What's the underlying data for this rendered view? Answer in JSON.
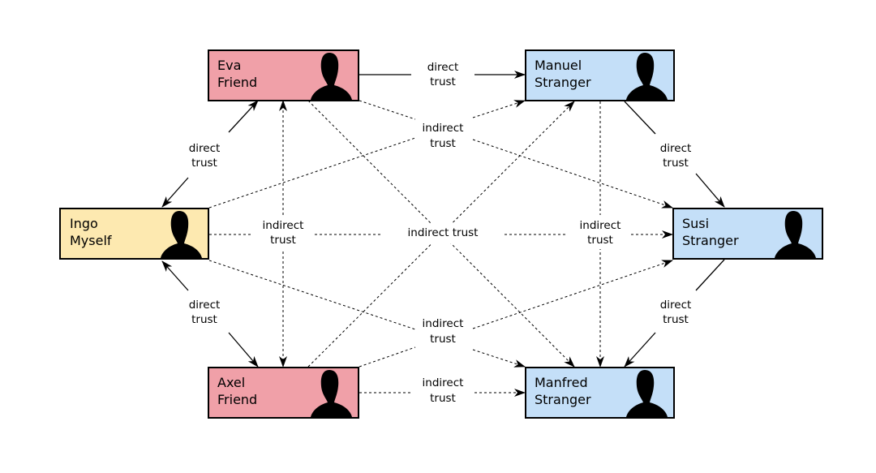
{
  "colors": {
    "friend": "#f0a0a8",
    "myself": "#fde9b0",
    "stranger": "#c4dff8",
    "stroke": "#000000",
    "background": "#ffffff"
  },
  "nodes": [
    {
      "id": "eva",
      "name": "Eva",
      "role": "Friend",
      "type": "friend"
    },
    {
      "id": "manuel",
      "name": "Manuel",
      "role": "Stranger",
      "type": "stranger"
    },
    {
      "id": "ingo",
      "name": "Ingo",
      "role": "Myself",
      "type": "myself"
    },
    {
      "id": "susi",
      "name": "Susi",
      "role": "Stranger",
      "type": "stranger"
    },
    {
      "id": "axel",
      "name": "Axel",
      "role": "Friend",
      "type": "friend"
    },
    {
      "id": "manfred",
      "name": "Manfred",
      "role": "Stranger",
      "type": "stranger"
    }
  ],
  "edge_labels": {
    "direct_trust": [
      "direct",
      "trust"
    ],
    "indirect_trust": [
      "indirect",
      "trust"
    ],
    "indirect_trust_single": "indirect trust"
  },
  "edges": [
    {
      "from": "ingo",
      "to": "eva",
      "kind": "direct",
      "both_arrows": true
    },
    {
      "from": "ingo",
      "to": "axel",
      "kind": "direct",
      "both_arrows": true
    },
    {
      "from": "eva",
      "to": "manuel",
      "kind": "direct"
    },
    {
      "from": "manuel",
      "to": "susi",
      "kind": "direct"
    },
    {
      "from": "susi",
      "to": "manfred",
      "kind": "direct"
    },
    {
      "from": "eva",
      "to": "axel",
      "kind": "indirect",
      "both_arrows": true
    },
    {
      "from": "axel",
      "to": "manfred",
      "kind": "indirect"
    },
    {
      "from": "ingo",
      "to": "susi",
      "kind": "indirect"
    },
    {
      "from": "manuel",
      "to": "manfred",
      "kind": "indirect"
    },
    {
      "from": "ingo",
      "to": "manuel",
      "kind": "indirect"
    },
    {
      "from": "eva",
      "to": "susi",
      "kind": "indirect"
    },
    {
      "from": "ingo",
      "to": "manfred",
      "kind": "indirect"
    },
    {
      "from": "axel",
      "to": "susi",
      "kind": "indirect"
    },
    {
      "from": "eva",
      "to": "manfred",
      "kind": "indirect"
    },
    {
      "from": "axel",
      "to": "manuel",
      "kind": "indirect"
    }
  ]
}
